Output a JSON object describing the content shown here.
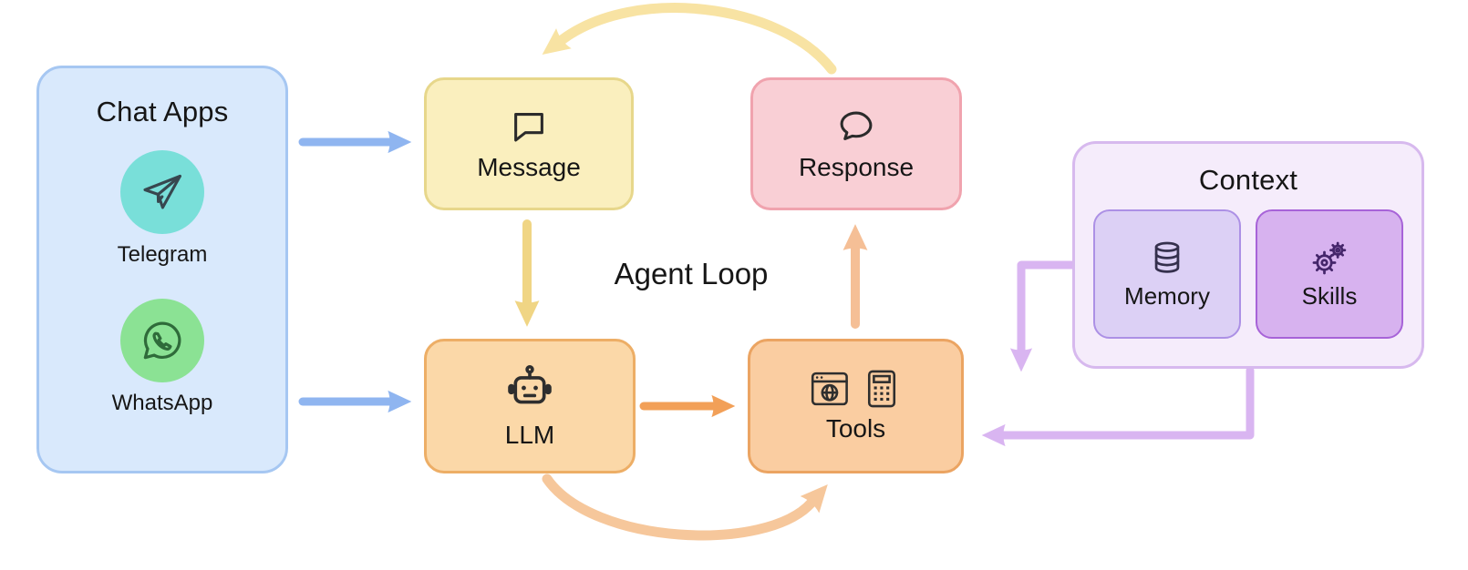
{
  "title": "Agent Loop",
  "chat_apps": {
    "title": "Chat Apps",
    "items": [
      {
        "label": "Telegram",
        "icon": "telegram-icon",
        "circle_color": "#79dfd9"
      },
      {
        "label": "WhatsApp",
        "icon": "whatsapp-icon",
        "circle_color": "#8be294"
      }
    ]
  },
  "nodes": {
    "message": {
      "label": "Message",
      "icon": "square-chat-bubble-icon"
    },
    "response": {
      "label": "Response",
      "icon": "round-chat-bubble-icon"
    },
    "llm": {
      "label": "LLM",
      "icon": "robot-icon"
    },
    "tools": {
      "label": "Tools",
      "icons": [
        "browser-globe-icon",
        "calculator-icon"
      ]
    }
  },
  "context": {
    "title": "Context",
    "items": [
      {
        "label": "Memory",
        "icon": "database-icon"
      },
      {
        "label": "Skills",
        "icon": "gears-icon"
      }
    ]
  },
  "arrows": [
    {
      "name": "chat-apps-to-message",
      "color": "#8fb5f0"
    },
    {
      "name": "chat-apps-to-llm",
      "color": "#8fb5f0"
    },
    {
      "name": "message-to-llm",
      "color": "#f0d584"
    },
    {
      "name": "llm-to-tools",
      "color": "#f2a058"
    },
    {
      "name": "tools-to-response",
      "color": "#f5bf96"
    },
    {
      "name": "response-to-message-loop",
      "color": "#f8e3a3"
    },
    {
      "name": "llm-to-tools-loop",
      "color": "#f6c79b"
    },
    {
      "name": "context-to-tools-top",
      "color": "#d9b5f1"
    },
    {
      "name": "context-to-tools-side",
      "color": "#d9b5f1"
    }
  ],
  "colors": {
    "chat_apps_fill": "#d9e9fc",
    "chat_apps_border": "#a6c7f2",
    "message_fill": "#faefbe",
    "message_border": "#e7d78b",
    "response_fill": "#f9cfd5",
    "response_border": "#f0a3ae",
    "llm_fill": "#fbd8a8",
    "llm_border": "#edae66",
    "tools_fill": "#facda1",
    "tools_border": "#eba462",
    "context_fill": "#f5ecfb",
    "context_border": "#d7b9ee",
    "memory_fill": "#dcd0f5",
    "memory_border": "#ac90e5",
    "skills_fill": "#d7b2ef",
    "skills_border": "#a763d8"
  }
}
